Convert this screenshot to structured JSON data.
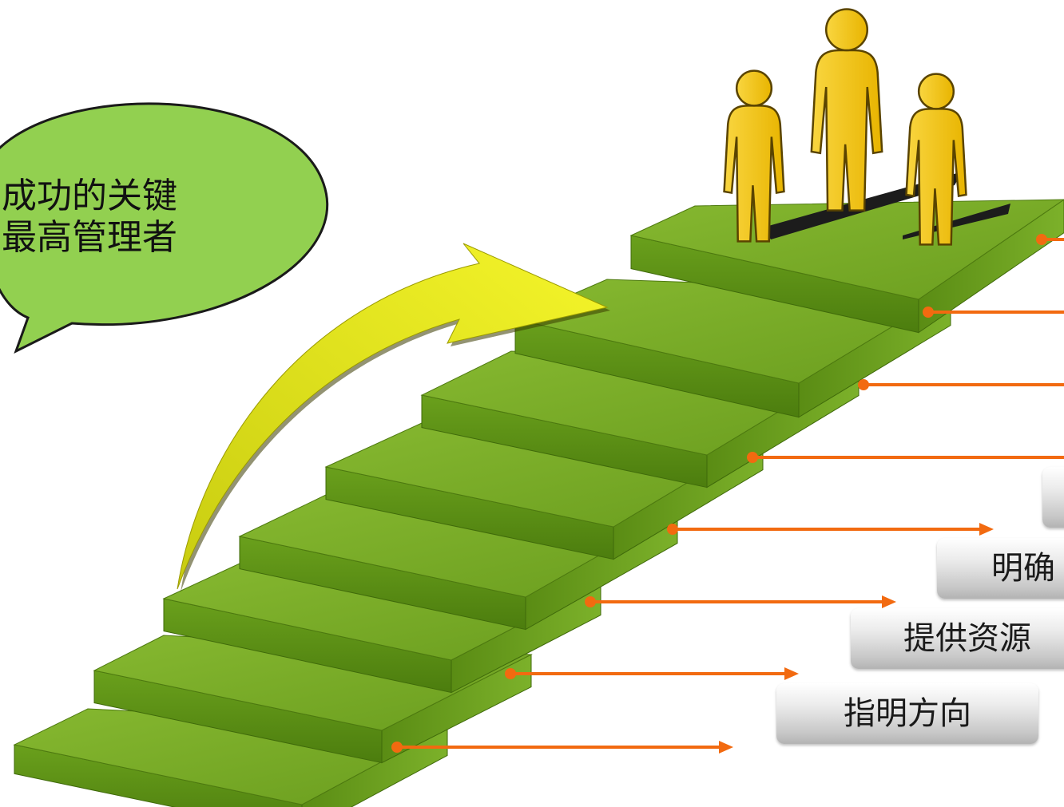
{
  "bubble": {
    "line1": "成功的关键",
    "line2": "最高管理者"
  },
  "steps": [
    {
      "label": "指明方向"
    },
    {
      "label": "提供资源"
    },
    {
      "label": "明确"
    },
    {
      "label": ""
    }
  ],
  "colors": {
    "stair_top": "#7db22b",
    "stair_front": "#5b8a14",
    "stair_side": "#4e7a10",
    "connector": "#f26a10",
    "arrow": "#e7e81a",
    "people": "#f7c80f",
    "bubble": "#92d050"
  }
}
